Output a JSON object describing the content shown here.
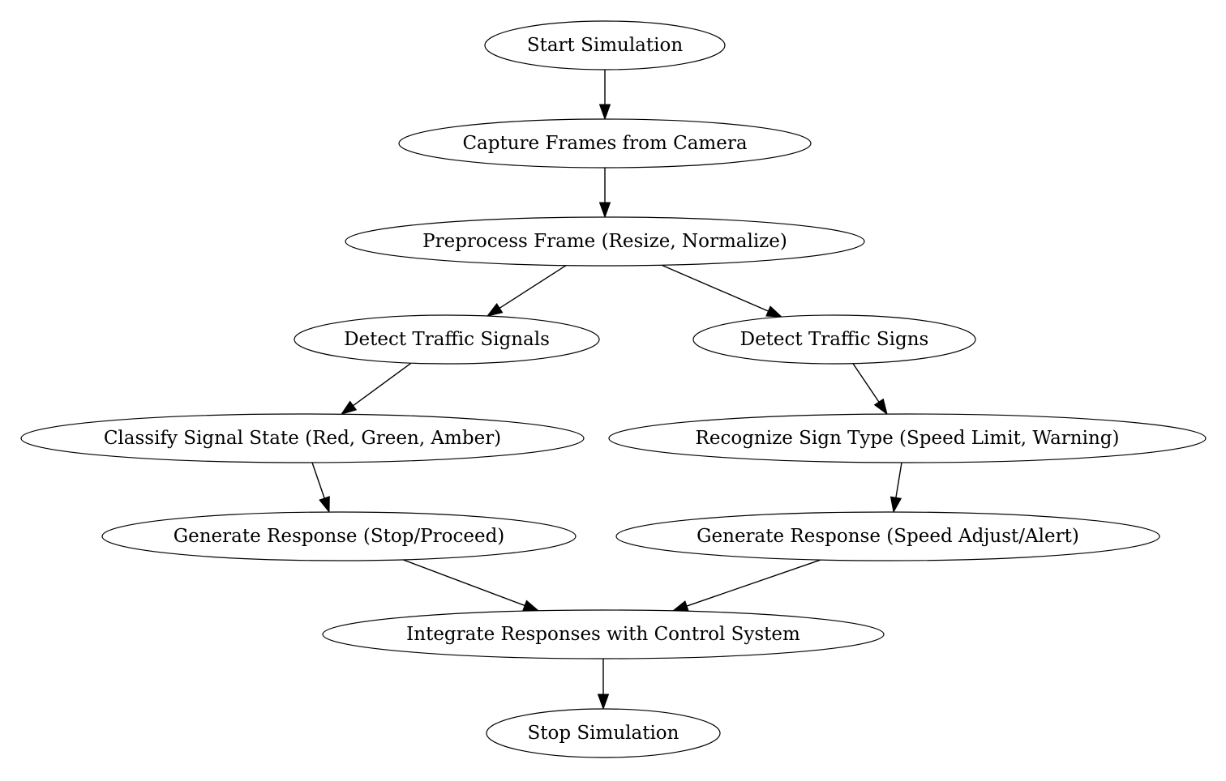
{
  "diagram": {
    "nodes": [
      {
        "id": "start",
        "label": "Start Simulation"
      },
      {
        "id": "capture",
        "label": "Capture Frames from Camera"
      },
      {
        "id": "preprocess",
        "label": "Preprocess Frame (Resize, Normalize)"
      },
      {
        "id": "detect_signals",
        "label": "Detect Traffic Signals"
      },
      {
        "id": "detect_signs",
        "label": "Detect Traffic Signs"
      },
      {
        "id": "classify_signal",
        "label": "Classify Signal State (Red, Green, Amber)"
      },
      {
        "id": "recognize_sign",
        "label": "Recognize Sign Type (Speed Limit, Warning)"
      },
      {
        "id": "response_stop",
        "label": "Generate Response (Stop/Proceed)"
      },
      {
        "id": "response_speed",
        "label": "Generate Response (Speed Adjust/Alert)"
      },
      {
        "id": "integrate",
        "label": "Integrate Responses with Control System"
      },
      {
        "id": "stop",
        "label": "Stop Simulation"
      }
    ],
    "edges": [
      {
        "from": "start",
        "to": "capture"
      },
      {
        "from": "capture",
        "to": "preprocess"
      },
      {
        "from": "preprocess",
        "to": "detect_signals"
      },
      {
        "from": "preprocess",
        "to": "detect_signs"
      },
      {
        "from": "detect_signals",
        "to": "classify_signal"
      },
      {
        "from": "detect_signs",
        "to": "recognize_sign"
      },
      {
        "from": "classify_signal",
        "to": "response_stop"
      },
      {
        "from": "recognize_sign",
        "to": "response_speed"
      },
      {
        "from": "response_stop",
        "to": "integrate"
      },
      {
        "from": "response_speed",
        "to": "integrate"
      },
      {
        "from": "integrate",
        "to": "stop"
      }
    ]
  }
}
